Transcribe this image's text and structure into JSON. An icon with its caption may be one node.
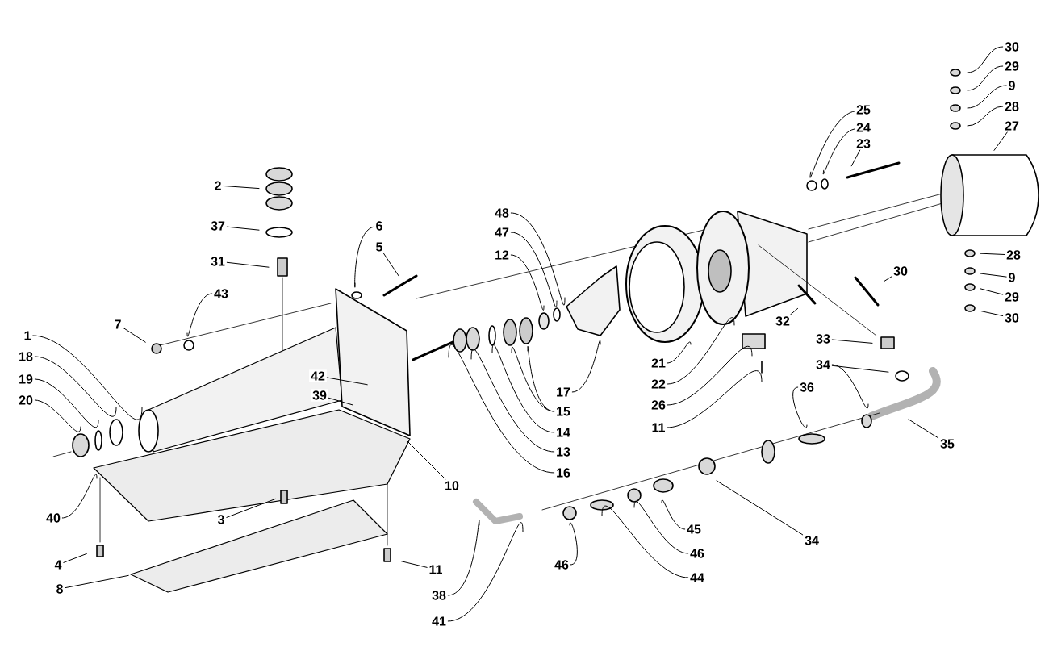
{
  "diagram": {
    "nodes": [
      {
        "text": [
          "2"
        ]
      },
      {
        "text": [
          "37"
        ]
      },
      {
        "text": [
          "31"
        ]
      },
      {
        "text": [
          "6"
        ]
      },
      {
        "text": [
          "5"
        ]
      },
      {
        "text": [
          "7"
        ]
      },
      {
        "text": [
          "43"
        ]
      },
      {
        "text": [
          "1"
        ]
      },
      {
        "text": [
          "18"
        ]
      },
      {
        "text": [
          "19"
        ]
      },
      {
        "text": [
          "20"
        ]
      },
      {
        "text": [
          "42"
        ]
      },
      {
        "text": [
          "39"
        ]
      },
      {
        "text": [
          "40"
        ]
      },
      {
        "text": [
          "10"
        ]
      },
      {
        "text": [
          "3"
        ]
      },
      {
        "text": [
          "4"
        ]
      },
      {
        "text": [
          "8"
        ]
      },
      {
        "text": [
          "11"
        ]
      },
      {
        "text": [
          "48"
        ]
      },
      {
        "text": [
          "47"
        ]
      },
      {
        "text": [
          "12"
        ]
      },
      {
        "text": [
          "17"
        ]
      },
      {
        "text": [
          "15"
        ]
      },
      {
        "text": [
          "14"
        ]
      },
      {
        "text": [
          "13"
        ]
      },
      {
        "text": [
          "16"
        ]
      },
      {
        "text": [
          "21"
        ]
      },
      {
        "text": [
          "22"
        ]
      },
      {
        "text": [
          "26"
        ]
      },
      {
        "text": [
          "11"
        ]
      },
      {
        "text": [
          "32"
        ]
      },
      {
        "text": [
          "33"
        ]
      },
      {
        "text": [
          "34"
        ]
      },
      {
        "text": [
          "36"
        ]
      },
      {
        "text": [
          "35"
        ]
      },
      {
        "text": [
          "34"
        ]
      },
      {
        "text": [
          "45"
        ]
      },
      {
        "text": [
          "46"
        ]
      },
      {
        "text": [
          "44"
        ]
      },
      {
        "text": [
          "46"
        ]
      },
      {
        "text": [
          "38"
        ]
      },
      {
        "text": [
          "41"
        ]
      },
      {
        "text": [
          "25"
        ]
      },
      {
        "text": [
          "24"
        ]
      },
      {
        "text": [
          "23"
        ]
      },
      {
        "text": [
          "30"
        ]
      },
      {
        "text": [
          "29"
        ]
      },
      {
        "text": [
          "9"
        ]
      },
      {
        "text": [
          "28"
        ]
      },
      {
        "text": [
          "27"
        ]
      },
      {
        "text": [
          "30"
        ]
      },
      {
        "text": [
          "28"
        ]
      },
      {
        "text": [
          "9"
        ]
      },
      {
        "text": [
          "29"
        ]
      },
      {
        "text": [
          "30"
        ]
      }
    ],
    "edges": [
      {
        "from": 0,
        "to": null,
        "arrow": "none"
      },
      {
        "from": 1,
        "to": null,
        "arrow": "none"
      },
      {
        "from": 2,
        "to": null,
        "arrow": "none"
      },
      {
        "from": 3,
        "to": null,
        "arrow": "none"
      },
      {
        "from": 4,
        "to": null,
        "arrow": "none"
      },
      {
        "from": 5,
        "to": null,
        "arrow": "none"
      },
      {
        "from": 6,
        "to": null,
        "arrow": "none"
      },
      {
        "from": 7,
        "to": null,
        "arrow": "none"
      },
      {
        "from": 8,
        "to": null,
        "arrow": "none"
      },
      {
        "from": 9,
        "to": null,
        "arrow": "none"
      },
      {
        "from": 10,
        "to": null,
        "arrow": "none"
      },
      {
        "from": 11,
        "to": null,
        "arrow": "none"
      },
      {
        "from": 12,
        "to": null,
        "arrow": "none"
      },
      {
        "from": 13,
        "to": null,
        "arrow": "none"
      },
      {
        "from": 14,
        "to": null,
        "arrow": "none"
      },
      {
        "from": 15,
        "to": null,
        "arrow": "none"
      },
      {
        "from": 16,
        "to": null,
        "arrow": "none"
      },
      {
        "from": 17,
        "to": null,
        "arrow": "none"
      },
      {
        "from": 18,
        "to": null,
        "arrow": "none"
      },
      {
        "from": 19,
        "to": null,
        "arrow": "none"
      },
      {
        "from": 20,
        "to": null,
        "arrow": "none"
      },
      {
        "from": 21,
        "to": null,
        "arrow": "none"
      },
      {
        "from": 22,
        "to": null,
        "arrow": "none"
      },
      {
        "from": 23,
        "to": null,
        "arrow": "none"
      },
      {
        "from": 23,
        "to": null,
        "arrow": "none"
      },
      {
        "from": 24,
        "to": null,
        "arrow": "none"
      },
      {
        "from": 25,
        "to": null,
        "arrow": "none"
      },
      {
        "from": 26,
        "to": null,
        "arrow": "none"
      },
      {
        "from": 27,
        "to": null,
        "arrow": "none"
      },
      {
        "from": 28,
        "to": null,
        "arrow": "none"
      },
      {
        "from": 29,
        "to": null,
        "arrow": "none"
      },
      {
        "from": 30,
        "to": null,
        "arrow": "none"
      },
      {
        "from": 31,
        "to": null,
        "arrow": "none"
      },
      {
        "from": 32,
        "to": null,
        "arrow": "none"
      },
      {
        "from": 33,
        "to": null,
        "arrow": "none"
      },
      {
        "from": 33,
        "to": null,
        "arrow": "none"
      },
      {
        "from": 34,
        "to": null,
        "arrow": "none"
      },
      {
        "from": 35,
        "to": null,
        "arrow": "none"
      },
      {
        "from": 36,
        "to": null,
        "arrow": "none"
      },
      {
        "from": 37,
        "to": null,
        "arrow": "none"
      },
      {
        "from": 38,
        "to": null,
        "arrow": "none"
      },
      {
        "from": 39,
        "to": null,
        "arrow": "none"
      },
      {
        "from": 40,
        "to": null,
        "arrow": "none"
      },
      {
        "from": 41,
        "to": null,
        "arrow": "none"
      },
      {
        "from": 42,
        "to": null,
        "arrow": "none"
      },
      {
        "from": 43,
        "to": null,
        "arrow": "none"
      },
      {
        "from": 44,
        "to": null,
        "arrow": "none"
      },
      {
        "from": 45,
        "to": null,
        "arrow": "none"
      },
      {
        "from": 46,
        "to": null,
        "arrow": "none"
      },
      {
        "from": 47,
        "to": null,
        "arrow": "none"
      },
      {
        "from": 48,
        "to": null,
        "arrow": "none"
      },
      {
        "from": 49,
        "to": null,
        "arrow": "none"
      },
      {
        "from": 50,
        "to": null,
        "arrow": "none"
      },
      {
        "from": 51,
        "to": null,
        "arrow": "none"
      },
      {
        "from": 52,
        "to": null,
        "arrow": "none"
      },
      {
        "from": 53,
        "to": null,
        "arrow": "none"
      },
      {
        "from": 54,
        "to": null,
        "arrow": "none"
      },
      {
        "from": 55,
        "to": null,
        "arrow": "none"
      }
    ]
  }
}
